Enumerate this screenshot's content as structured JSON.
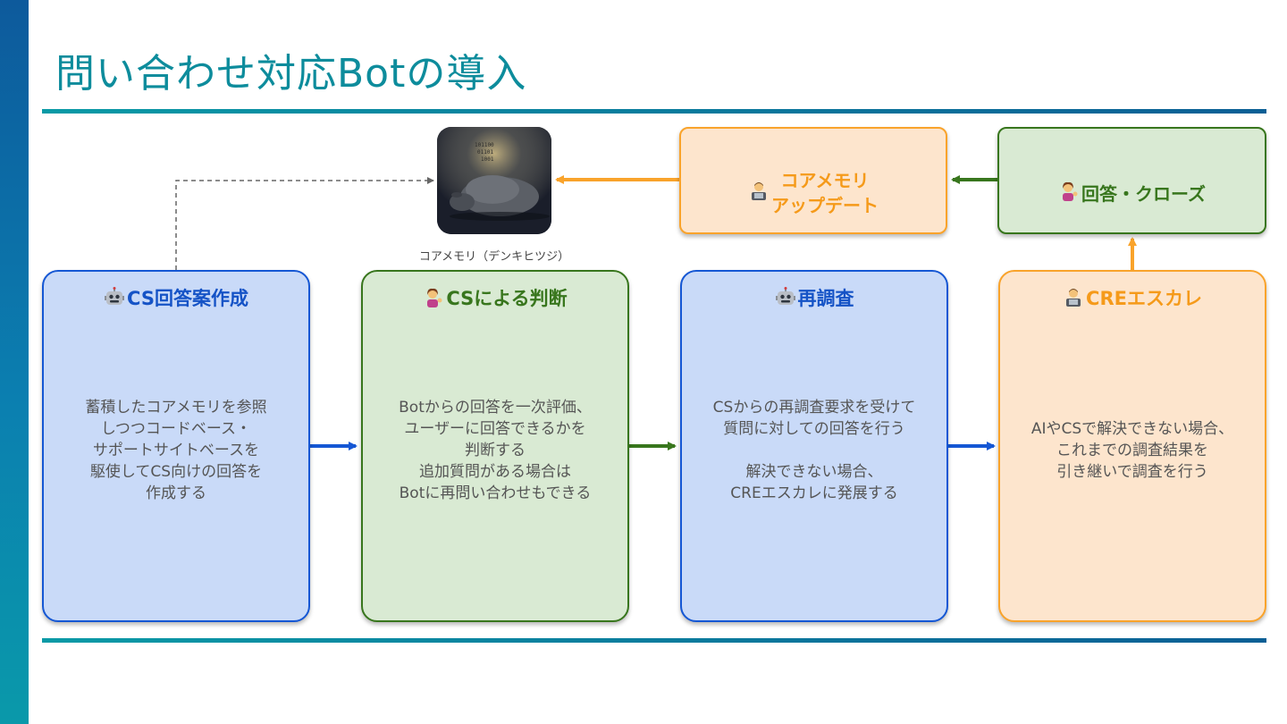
{
  "slide": {
    "title": "問い合わせ対応Botの導入"
  },
  "image": {
    "caption": "コアメモリ（デンキヒツジ）",
    "code_lines": [
      "101100",
      "01101",
      "1001"
    ]
  },
  "steps": [
    {
      "id": "cs-draft",
      "title": "CS回答案作成",
      "icon": "robot-icon",
      "color": "blue",
      "body": "蓄積したコアメモリを参照\nしつつコードベース・\nサポートサイトベースを\n駆使してCS向けの回答を\n作成する"
    },
    {
      "id": "cs-judge",
      "title": "CSによる判断",
      "icon": "woman-tipping-hand-icon",
      "color": "green",
      "body": "Botからの回答を一次評価、\nユーザーに回答できるかを\n判断する\n追加質問がある場合は\nBotに再問い合わせもできる"
    },
    {
      "id": "reinvestigate",
      "title": "再調査",
      "icon": "robot-icon",
      "color": "blue",
      "body": "CSからの再調査要求を受けて\n質問に対しての回答を行う\n\n解決できない場合、\nCREエスカレに発展する"
    },
    {
      "id": "cre-escalation",
      "title": "CREエスカレ",
      "icon": "technologist-icon",
      "color": "orange",
      "body": "AIやCSで解決できない場合、\nこれまでの調査結果を\n引き継いで調査を行う"
    }
  ],
  "top_steps": [
    {
      "id": "answer-close",
      "title": "回答・クローズ",
      "icon": "woman-tipping-hand-icon",
      "color": "green"
    },
    {
      "id": "core-memory-update",
      "title": "コアメモリ\nアップデート",
      "icon": "technologist-icon",
      "color": "orange"
    }
  ],
  "colors": {
    "blue": "#1557d4",
    "green": "#38761d",
    "orange": "#f9a32b",
    "title": "#0d8c9c"
  }
}
